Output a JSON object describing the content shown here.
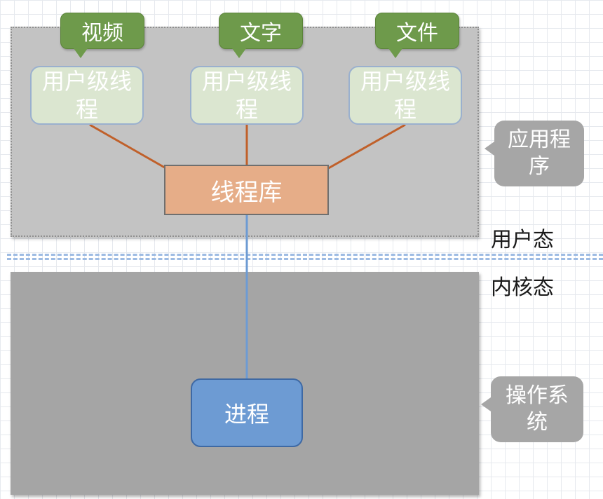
{
  "callouts": {
    "video": "视频",
    "text": "文字",
    "file": "文件"
  },
  "user_threads": {
    "t1": "用户级线程",
    "t2": "用户级线程",
    "t3": "用户级线程"
  },
  "thread_library": "线程库",
  "process": "进程",
  "side_labels": {
    "application": "应用程序",
    "os": "操作系统"
  },
  "modes": {
    "user": "用户态",
    "kernel": "内核态"
  },
  "colors": {
    "connector_orange": "#c0602a",
    "connector_blue": "#6d9bd3",
    "callout_green": "#6e9a4b"
  }
}
